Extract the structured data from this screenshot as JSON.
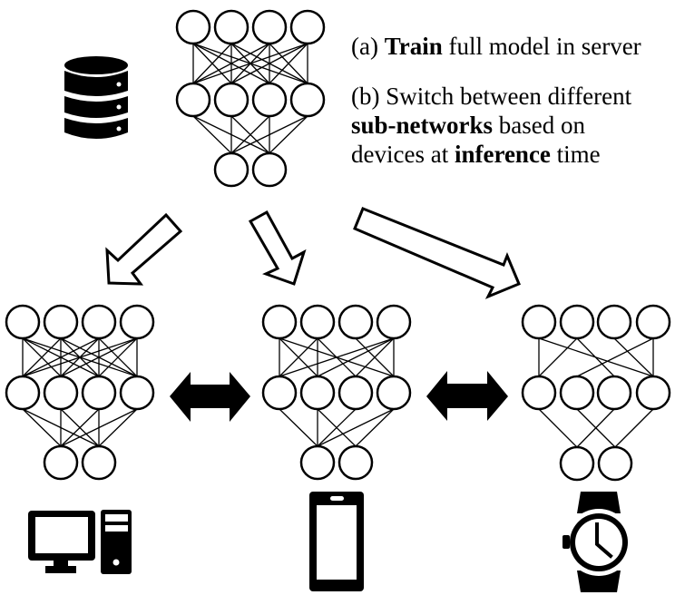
{
  "captions": {
    "a": {
      "prefix": "(a) ",
      "bold": "Train",
      "rest": " full model in server"
    },
    "b": {
      "line1": "(b) Switch between different",
      "line2_bold": "sub-networks",
      "line2_rest": " based on",
      "line3_start": "devices at ",
      "line3_bold": "inference",
      "line3_end": " time"
    }
  },
  "icons": {
    "server": "database-icon",
    "desktop": "desktop-computer-icon",
    "phone": "smartphone-icon",
    "watch": "wristwatch-icon"
  },
  "networks": [
    {
      "name": "full-model-server",
      "layers": [
        4,
        4,
        2
      ],
      "edges_l1_l2": "full",
      "edges_l2_l3": "full"
    },
    {
      "name": "sub-network-desktop",
      "layers": [
        4,
        4,
        2
      ],
      "edges_l1_l2": "full",
      "edges_l2_l3": "full"
    },
    {
      "name": "sub-network-phone",
      "layers": [
        4,
        4,
        2
      ],
      "edges_l1_l2": [
        [
          0,
          0
        ],
        [
          0,
          1
        ],
        [
          0,
          3
        ],
        [
          1,
          0
        ],
        [
          1,
          1
        ],
        [
          1,
          2
        ],
        [
          2,
          3
        ],
        [
          3,
          0
        ],
        [
          3,
          1
        ],
        [
          3,
          2
        ],
        [
          3,
          3
        ]
      ],
      "edges_l2_l3": [
        [
          0,
          0
        ],
        [
          1,
          0
        ],
        [
          1,
          1
        ],
        [
          2,
          0
        ],
        [
          3,
          0
        ],
        [
          3,
          1
        ]
      ]
    },
    {
      "name": "sub-network-watch",
      "layers": [
        4,
        4,
        2
      ],
      "edges_l1_l2": [
        [
          0,
          0
        ],
        [
          0,
          3
        ],
        [
          1,
          0
        ],
        [
          1,
          2
        ],
        [
          2,
          3
        ],
        [
          3,
          1
        ],
        [
          3,
          3
        ]
      ],
      "edges_l2_l3": [
        [
          0,
          0
        ],
        [
          1,
          1
        ],
        [
          2,
          0
        ],
        [
          3,
          1
        ]
      ]
    }
  ],
  "arrows": {
    "deploy": [
      "server-to-desktop",
      "server-to-phone",
      "server-to-watch"
    ],
    "switch": [
      "desktop-phone-switch",
      "phone-watch-switch"
    ]
  }
}
